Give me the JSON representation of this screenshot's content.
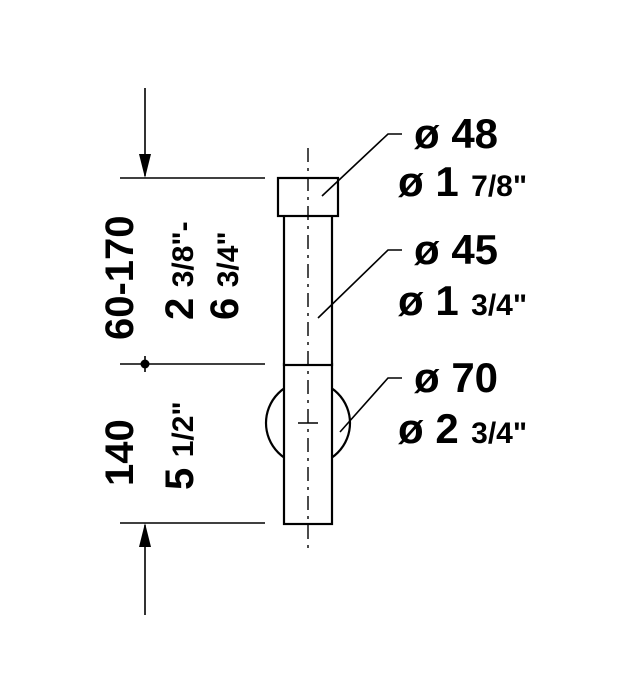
{
  "labels": {
    "dia_top_mm": "ø 48",
    "dia_top_in_whole": "ø 1",
    "dia_top_in_frac": "7/8\"",
    "dia_mid_mm": "ø 45",
    "dia_mid_in_whole": "ø 1",
    "dia_mid_in_frac": "3/4\"",
    "dia_bot_mm": "ø 70",
    "dia_bot_in_whole": "ø 2",
    "dia_bot_in_frac": "3/4\"",
    "len_upper_mm": "60-170",
    "len_upper_in_a_whole": "2",
    "len_upper_in_a_frac": "3/8\"-",
    "len_upper_in_b_whole": "6",
    "len_upper_in_b_frac": "3/4\"",
    "len_lower_mm": "140",
    "len_lower_in_whole": "5",
    "len_lower_in_frac": "1/2\""
  }
}
